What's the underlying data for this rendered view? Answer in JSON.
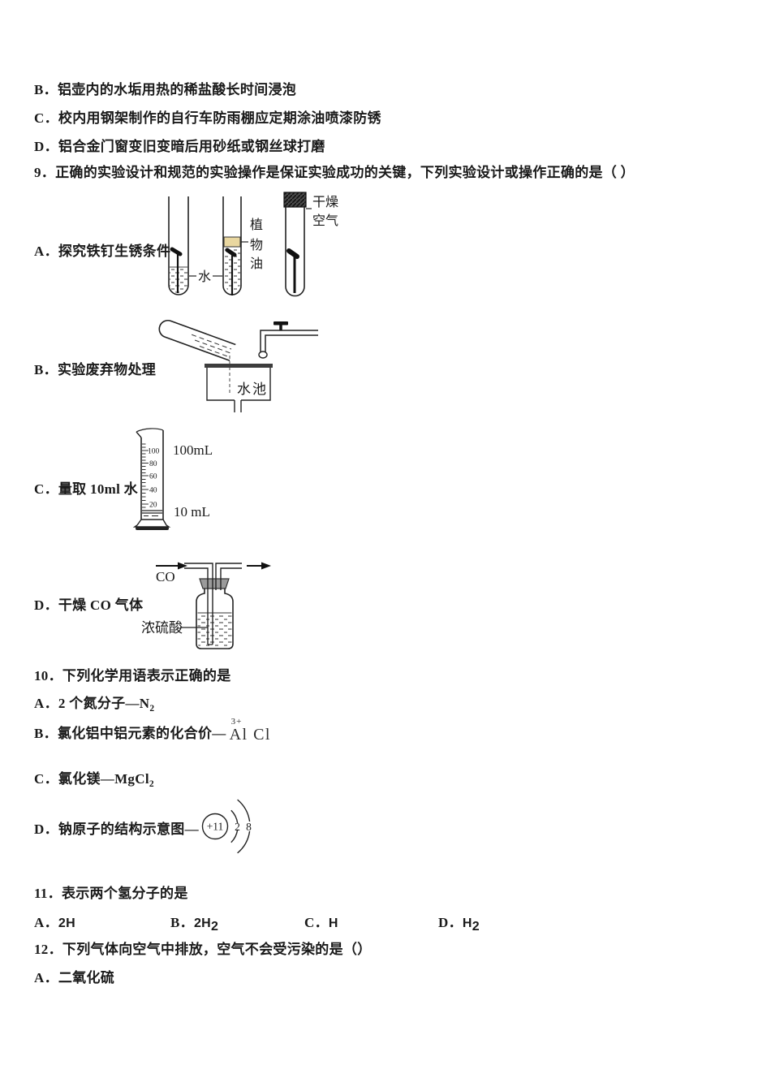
{
  "colors": {
    "ink": "#1a1a1a",
    "diagram_line": "#222222",
    "oil_fill": "#e9d7a0",
    "bottle_stopper_gray": "#9b9b9b",
    "sink_rim_dark": "#3d3d3d",
    "tick_ink": "#3c3c5a"
  },
  "q8": {
    "options": [
      {
        "label": "B．",
        "text": "铝壶内的水垢用热的稀盐酸长时间浸泡"
      },
      {
        "label": "C．",
        "text": "校内用钢架制作的自行车防雨棚应定期涂油喷漆防锈"
      },
      {
        "label": "D．",
        "text": "铝合金门窗变旧变暗后用砂纸或钢丝球打磨"
      }
    ]
  },
  "q9": {
    "stem": "9．正确的实验设计和规范的实验操作是保证实验成功的关键，下列实验设计或操作正确的是（ ）",
    "optionA": {
      "label": "A．探究铁钉生锈条件",
      "water_label": "水",
      "oil_char_1": "植",
      "oil_char_2": "物",
      "oil_char_3": "油",
      "dry_air_line_1": "干燥",
      "dry_air_line_2": "空气"
    },
    "optionB": {
      "label": "B．实验废弃物处理",
      "sink_label": "水池"
    },
    "optionC": {
      "label": "C．量取 10ml 水",
      "capacity_label": "100mL",
      "volume_label": "10 mL",
      "ticks": [
        "100",
        "80",
        "60",
        "40",
        "20"
      ]
    },
    "optionD": {
      "label": "D．干燥 CO 气体",
      "gas_label": "CO",
      "acid_label": "浓硫酸"
    }
  },
  "q10": {
    "stem": "10．下列化学用语表示正确的是",
    "optionA": {
      "label": "A．",
      "text": "2 个氮分子—N",
      "subscript": "2"
    },
    "optionB": {
      "label": "B．",
      "text": "氯化铝中铝元素的化合价—",
      "superscript": "3+",
      "formula": "Al Cl"
    },
    "optionC": {
      "label": "C．",
      "text": "氯化镁—MgCl",
      "subscript": "2"
    },
    "optionD": {
      "label": "D．",
      "text": "钠原子的结构示意图—",
      "nucleus": "+11",
      "shell_1": "2",
      "shell_2": "8"
    }
  },
  "q11": {
    "stem": "11．表示两个氢分子的是",
    "options": [
      {
        "label": "A．",
        "formula": "2H",
        "subscript": ""
      },
      {
        "label": "B．",
        "formula": "2H",
        "subscript": "2"
      },
      {
        "label": "C．",
        "formula": "H",
        "subscript": ""
      },
      {
        "label": "D．",
        "formula": "H",
        "subscript": "2"
      }
    ]
  },
  "q12": {
    "stem": "12．下列气体向空气中排放，空气不会受污染的是（）",
    "optionA": "A．二氧化硫"
  }
}
